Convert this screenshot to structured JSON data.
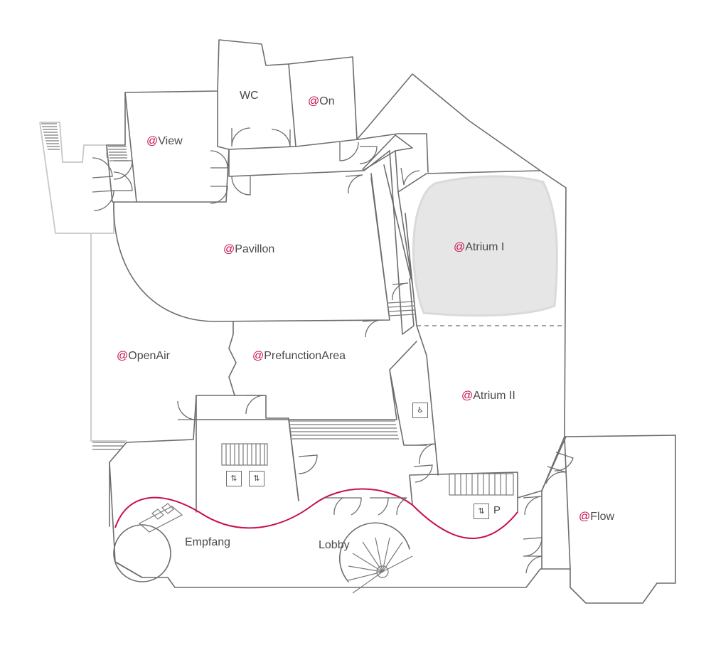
{
  "map": {
    "at_symbol": "@",
    "rooms": {
      "view": "View",
      "wc": "WC",
      "on": "On",
      "pavillon": "Pavillon",
      "atrium1": "Atrium I",
      "openair": "OpenAir",
      "prefunction": "PrefunctionArea",
      "atrium2": "Atrium II",
      "flow": "Flow",
      "empfang": "Empfang",
      "lobby": "Lobby"
    },
    "parking_label": "P",
    "icons": {
      "accessible": "wheelchair-icon",
      "elevator": "elevator-icon",
      "stairs": "stairs-icon",
      "spiral_stairs": "spiral-staircase-icon"
    },
    "colors": {
      "accent": "#c8104a",
      "walls": "#6d6d6d",
      "terrace": "#c8c8c8",
      "redacted": "#e6e6e6"
    }
  }
}
